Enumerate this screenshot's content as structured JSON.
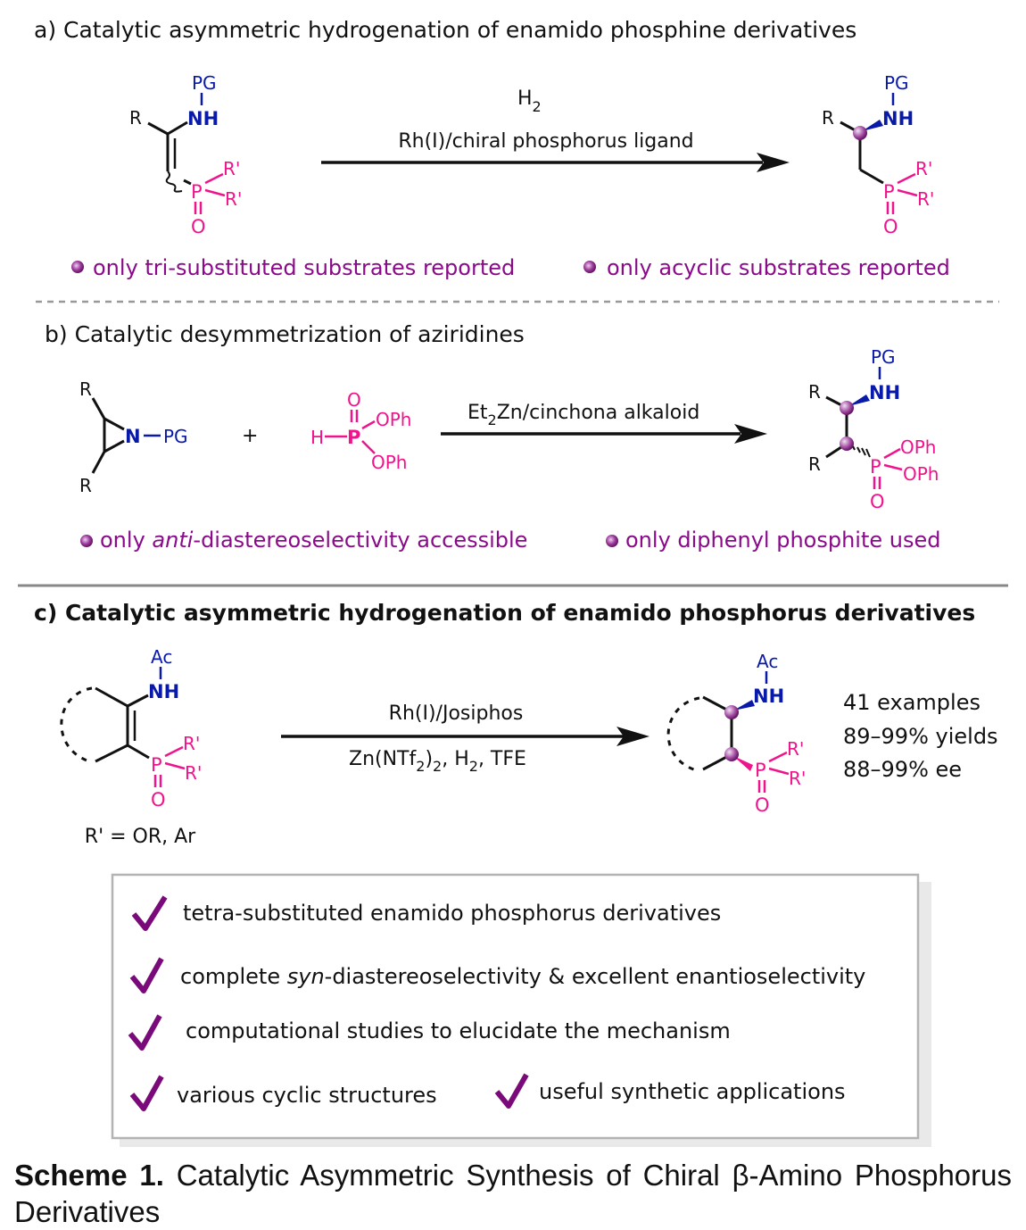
{
  "colors": {
    "nitrogen": "#0a1aa8",
    "phosphorus": "#f0148c",
    "note": "#8a0a8a",
    "check": "#7a0a7a",
    "stereocenter": "#8a2a8a",
    "divider": "#888888",
    "box_border": "#b0b0b0",
    "box_shadow": "#e8e8e8",
    "text": "#111111"
  },
  "section_a": {
    "title": "a) Catalytic asymmetric hydrogenation of enamido phosphine derivatives",
    "reagent_top": "H",
    "reagent_top_sub": "2",
    "reagent_bottom": "Rh(I)/chiral phosphorus ligand",
    "substrate": {
      "R": "R",
      "PG": "PG",
      "NH": "NH",
      "P": "P",
      "Rp1": "R'",
      "Rp2": "R'",
      "O": "O"
    },
    "product": {
      "R": "R",
      "PG": "PG",
      "NH": "NH",
      "P": "P",
      "Rp1": "R'",
      "Rp2": "R'",
      "O": "O"
    },
    "notes": [
      "only tri-substituted substrates reported",
      "only acyclic substrates reported"
    ]
  },
  "section_b": {
    "title": "b) Catalytic desymmetrization of aziridines",
    "reagent_prefix": "Et",
    "reagent_sub": "2",
    "reagent_suffix": "Zn/cinchona alkaloid",
    "plus": "+",
    "aziridine": {
      "R1": "R",
      "R2": "R",
      "N": "N",
      "PG": "PG"
    },
    "phosphite": {
      "H": "H",
      "P": "P",
      "O": "O",
      "OPh1": "OPh",
      "OPh2": "OPh"
    },
    "product": {
      "R1": "R",
      "R2": "R",
      "PG": "PG",
      "NH": "NH",
      "P": "P",
      "OPh1": "OPh",
      "OPh2": "OPh",
      "O": "O"
    },
    "notes_pre": [
      "only ",
      "only diphenyl phosphite used"
    ],
    "note1_italic": "anti",
    "note1_post": "-diastereoselectivity accessible"
  },
  "section_c": {
    "title": "c) Catalytic asymmetric hydrogenation of enamido phosphorus derivatives",
    "reagent_top": "Rh(I)/Josiphos",
    "reagent_bottom_parts": [
      "Zn(NTf",
      "2",
      ")",
      "2",
      ", H",
      "2",
      ", TFE"
    ],
    "substrate": {
      "Ac": "Ac",
      "NH": "NH",
      "P": "P",
      "Rp1": "R'",
      "Rp2": "R'",
      "O": "O"
    },
    "substrate_note": "R' = OR, Ar",
    "product": {
      "Ac": "Ac",
      "NH": "NH",
      "P": "P",
      "Rp1": "R'",
      "Rp2": "R'",
      "O": "O"
    },
    "results": [
      "41  examples",
      "89–99% yields",
      "88–99% ee"
    ]
  },
  "features": {
    "items": [
      {
        "pre": "tetra-substituted enamido phosphorus derivatives"
      },
      {
        "pre": "complete ",
        "italic": "syn",
        "post": "-diastereoselectivity & excellent enantioselectivity"
      },
      {
        "pre": "computational studies to elucidate the mechanism"
      },
      {
        "pre": "various cyclic structures"
      },
      {
        "pre": "useful synthetic applications"
      }
    ]
  },
  "caption": {
    "label": "Scheme 1.",
    "text": " Catalytic Asymmetric Synthesis of Chiral β-Amino Phosphorus Derivatives"
  }
}
